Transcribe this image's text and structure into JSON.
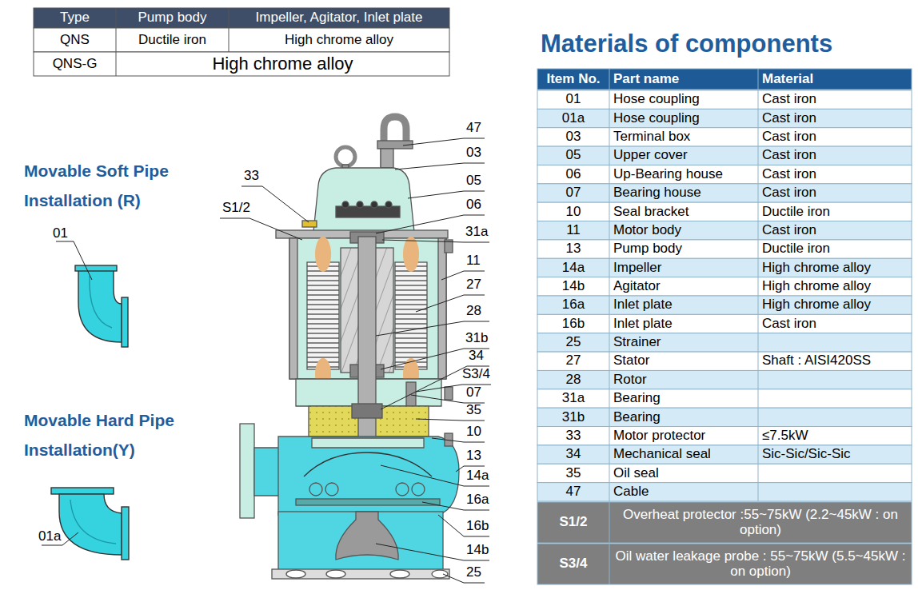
{
  "diagram": {
    "title": "Materials of components",
    "labels": [
      "Type",
      "Pump body",
      "Impeller, Agitator, Inlet plate",
      "QNS",
      "Ductile iron",
      "High chrome alloy",
      "QNS-G",
      "High chrome alloy",
      "Movable Soft Pipe Installation (R)",
      "01",
      "Movable Hard Pipe Installation(Y)",
      "01a",
      "47",
      "03",
      "33",
      "05",
      "S1/2",
      "06",
      "31a",
      "11",
      "27",
      "28",
      "31b",
      "34",
      "S3/4",
      "07",
      "35",
      "10",
      "13",
      "14a",
      "16a",
      "16b",
      "14b",
      "25",
      "Item No.",
      "Part name",
      "Material",
      "01",
      "Hose coupling",
      "Cast iron",
      "01a",
      "Hose coupling",
      "Cast iron",
      "03",
      "Terminal box",
      "Cast iron",
      "05",
      "Upper cover",
      "Cast iron",
      "06",
      "Up-Bearing house",
      "Cast iron",
      "07",
      "Bearing house",
      "Cast iron",
      "10",
      "Seal bracket",
      "Ductile iron",
      "11",
      "Motor body",
      "Cast iron",
      "13",
      "Pump body",
      "Ductile iron",
      "14a",
      "Impeller",
      "High chrome alloy",
      "14b",
      "Agitator",
      "High chrome alloy",
      "16a",
      "Inlet plate",
      "High chrome alloy",
      "16b",
      "Inlet plate",
      "Cast iron",
      "25",
      "Strainer",
      "27",
      "Stator",
      "Shaft : AISI420SS",
      "28",
      "Rotor",
      "31a",
      "Bearing",
      "31b",
      "Bearing",
      "33",
      "Motor protector",
      "≤7.5kW",
      "34",
      "Mechanical seal",
      "Sic-Sic/Sic-Sic",
      "35",
      "Oil seal",
      "47",
      "Cable",
      "S1/2",
      "Overheat protector :55~75kW (2.2~45kW : on option)",
      "S3/4",
      "Oil water leakage probe : 55~75kW (5.5~45kW : on option)"
    ]
  }
}
